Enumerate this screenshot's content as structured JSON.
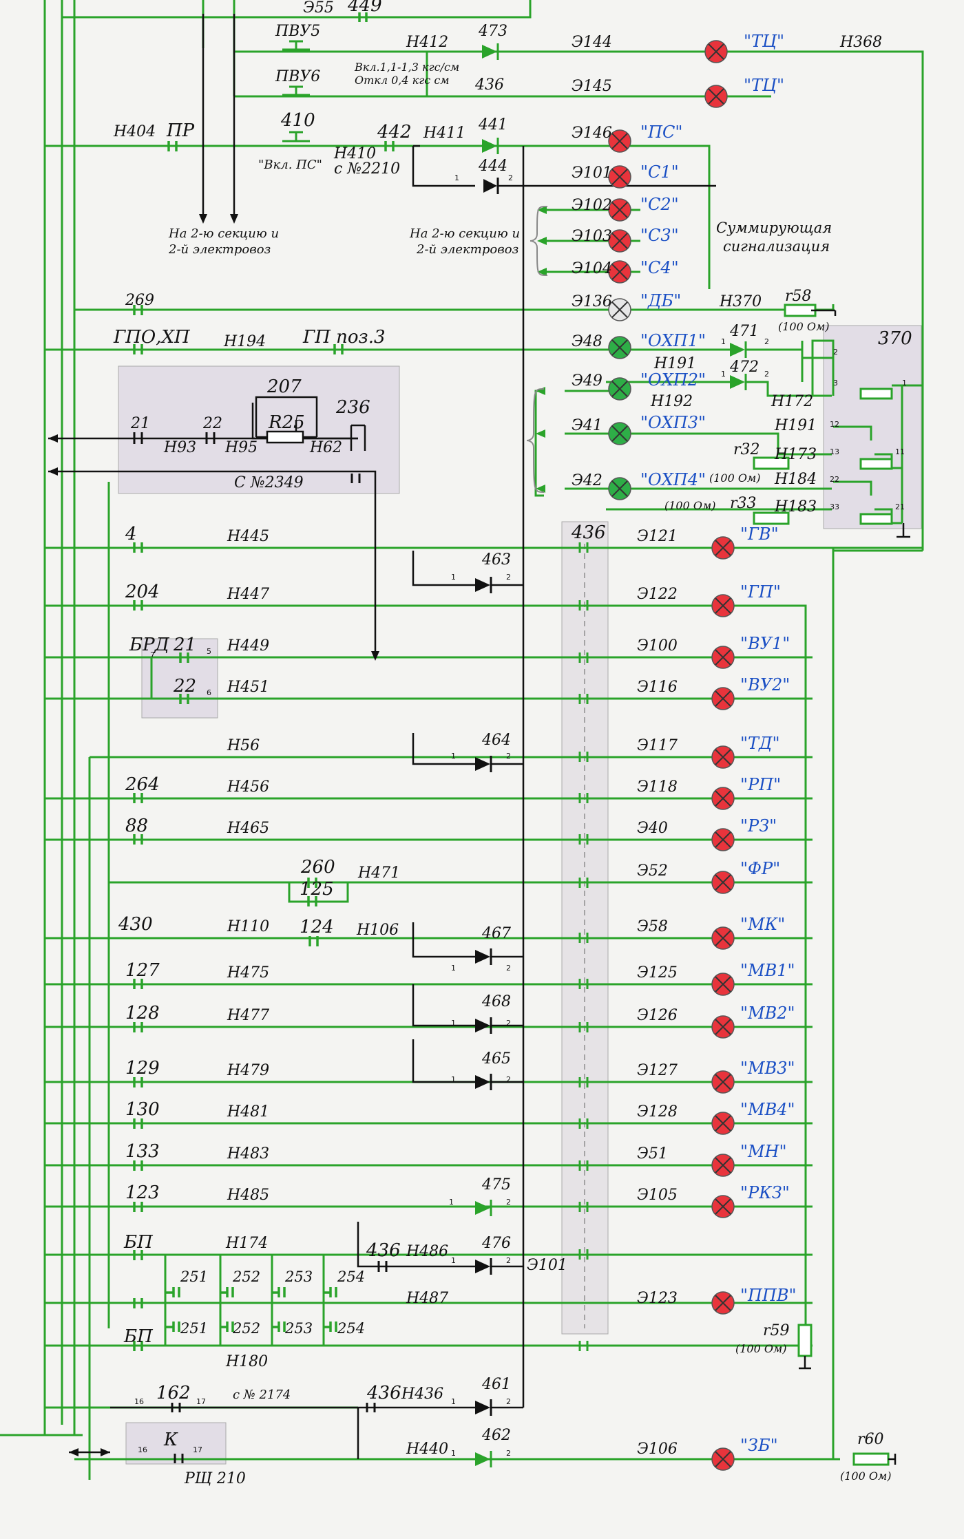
{
  "colors": {
    "wire": "#2aa32a",
    "lamp_red": "#e8343c",
    "lamp_green": "#2eae47",
    "lamp_white": "#e7e7e7",
    "box": "#e2dde6",
    "label": "#1a4fc4"
  },
  "top": {
    "e55": "Э55",
    "c449": "449",
    "pvu5": "ПВУ5",
    "pvu6": "ПВУ6",
    "n412": "Н412",
    "d473": "473",
    "e144": "Э144",
    "lamp_tc1": "\"ТЦ\"",
    "n368": "Н368",
    "note_vkl": "Вкл.1,1-1,3 кгс/см",
    "note_otkl": "Откл 0,4 кгс см",
    "d436": "436",
    "e145": "Э145",
    "lamp_tc2": "\"ТЦ\""
  },
  "ps": {
    "n404": "Н404",
    "pr": "ПР",
    "k410": "410",
    "vkl_ps": "\"Вкл. ПС\"",
    "n410": "Н410",
    "s2210": "с №2210",
    "c442": "442",
    "n411": "Н411",
    "d441": "441",
    "e146": "Э146",
    "lamp_ps": "\"ПС\"",
    "d444": "444",
    "e101": "Э101",
    "lamp_c1": "\"С1\"",
    "e102": "Э102",
    "lamp_c2": "\"С2\"",
    "e103": "Э103",
    "lamp_c3": "\"С3\"",
    "e104": "Э104",
    "lamp_c4": "\"С4\"",
    "sum1": "Суммирующая",
    "sum2": "сигнализация",
    "to2a": "На 2-ю секцию и",
    "to2b": "2-й электровоз"
  },
  "db": {
    "c269": "269",
    "e136": "Э136",
    "lamp_db": "\"ДБ\"",
    "n370": "Н370",
    "r58": "r58",
    "r58v": "(100 Ом)"
  },
  "oxp": {
    "gpo": "ГПО,ХП",
    "n194": "Н194",
    "gp3": "ГП поз.3",
    "e48": "Э48",
    "lamp1": "\"ОХП1\"",
    "d471": "471",
    "n191a": "Н191",
    "e49": "Э49",
    "lamp2": "\"ОХП2\"",
    "d472": "472",
    "n192": "Н192",
    "n172": "Н172",
    "e41": "Э41",
    "lamp3": "\"ОХП3\"",
    "n191b": "Н191",
    "r32": "r32",
    "r32v": "(100 Ом)",
    "n173": "Н173",
    "e42": "Э42",
    "lamp4": "\"ОХП4\"",
    "n184": "Н184",
    "r33": "r33",
    "r33v": "(100 Ом)",
    "n183": "Н183",
    "box370": "370"
  },
  "box2349": {
    "k207": "207",
    "r25": "R25",
    "k236": "236",
    "c21": "21",
    "c22": "22",
    "n93": "Н93",
    "n95": "Н95",
    "n62": "Н62",
    "name": "С №2349"
  },
  "rows": [
    {
      "c": "4",
      "n": "Н445",
      "e": "Э121",
      "l": "\"ГВ\""
    },
    {
      "c": "204",
      "n": "Н447",
      "e": "Э122",
      "l": "\"ГП\""
    },
    {
      "c": "21",
      "n": "Н449",
      "e": "Э100",
      "l": "\"ВУ1\""
    },
    {
      "c": "22",
      "n": "Н451",
      "e": "Э116",
      "l": "\"ВУ2\""
    },
    {
      "c": "",
      "n": "Н56",
      "e": "Э117",
      "l": "\"ТД\""
    },
    {
      "c": "264",
      "n": "Н456",
      "e": "Э118",
      "l": "\"РП\""
    },
    {
      "c": "88",
      "n": "Н465",
      "e": "Э40",
      "l": "\"РЗ\""
    },
    {
      "c": "",
      "n": "Н471",
      "e": "Э52",
      "l": "\"ФР\""
    },
    {
      "c": "430",
      "n": "Н110",
      "e": "Э58",
      "l": "\"МК\""
    },
    {
      "c": "127",
      "n": "Н475",
      "e": "Э125",
      "l": "\"МВ1\""
    },
    {
      "c": "128",
      "n": "Н477",
      "e": "Э126",
      "l": "\"МВ2\""
    },
    {
      "c": "129",
      "n": "Н479",
      "e": "Э127",
      "l": "\"МВ3\""
    },
    {
      "c": "130",
      "n": "Н481",
      "e": "Э128",
      "l": "\"МВ4\""
    },
    {
      "c": "133",
      "n": "Н483",
      "e": "Э51",
      "l": "\"МН\""
    },
    {
      "c": "123",
      "n": "Н485",
      "e": "Э105",
      "l": "\"РКЗ\""
    }
  ],
  "mid": {
    "brd": "БРД",
    "d463": "463",
    "d464": "464",
    "d467": "467",
    "d468": "468",
    "d465": "465",
    "d475": "475",
    "d476": "476",
    "c260": "260",
    "c125": "125",
    "c124": "124",
    "n106": "Н106",
    "col436": "436"
  },
  "bp": {
    "bp1": "БП",
    "bp2": "БП",
    "n174": "Н174",
    "n180": "Н180",
    "c251": "251",
    "c252": "252",
    "c253": "253",
    "c254": "254",
    "c436": "436",
    "n486": "Н486",
    "e101": "Э101",
    "n487": "Н487",
    "e123": "Э123",
    "lamp_ppv": "\"ППВ\"",
    "r59": "r59",
    "r59v": "(100 Ом)"
  },
  "bottom": {
    "c162": "162",
    "s2174": "с № 2174",
    "c436": "436",
    "n436": "Н436",
    "d461": "461",
    "k": "К",
    "rsh": "РЩ 210",
    "n440": "Н440",
    "d462": "462",
    "e106": "Э106",
    "lamp_zb": "\"ЗБ\"",
    "r60": "r60",
    "r60v": "(100 Ом)"
  }
}
